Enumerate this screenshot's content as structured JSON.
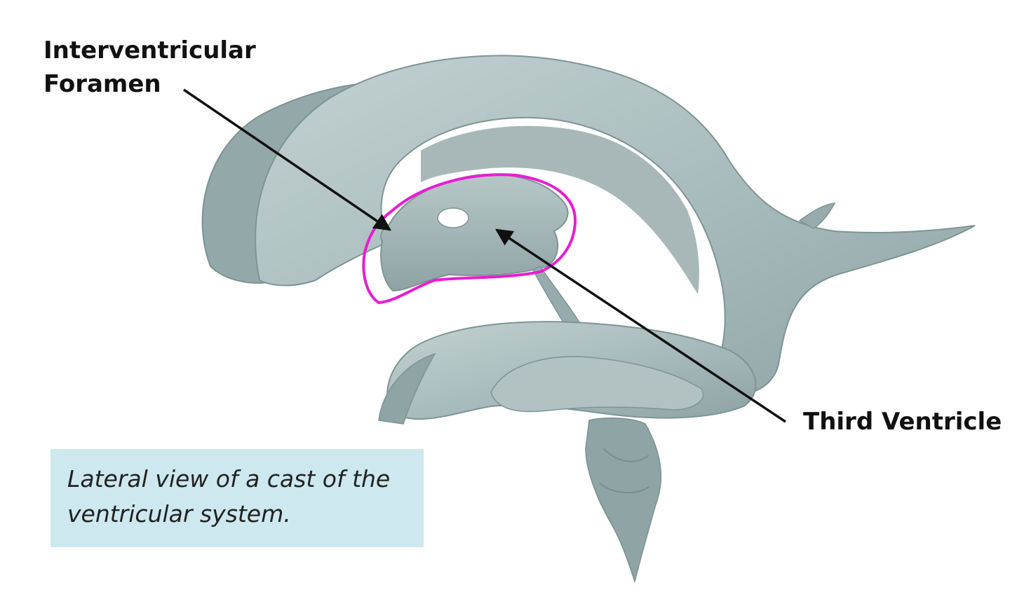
{
  "labels": {
    "interventricular_foramen": "Interventricular\nForamen",
    "third_ventricle": "Third Ventricle"
  },
  "caption": "Lateral view of a cast of the\nventricular system.",
  "colors": {
    "cast_fill": "#a9bcbd",
    "cast_shadow": "#7f9596",
    "cast_highlight": "#c9d6d6",
    "outline_highlight": "#e61ed2",
    "caption_background": "#cde8ef",
    "arrow": "#111111"
  },
  "icons": {
    "arrow_foramen": "arrow-icon",
    "arrow_third_ventricle": "arrow-icon"
  }
}
